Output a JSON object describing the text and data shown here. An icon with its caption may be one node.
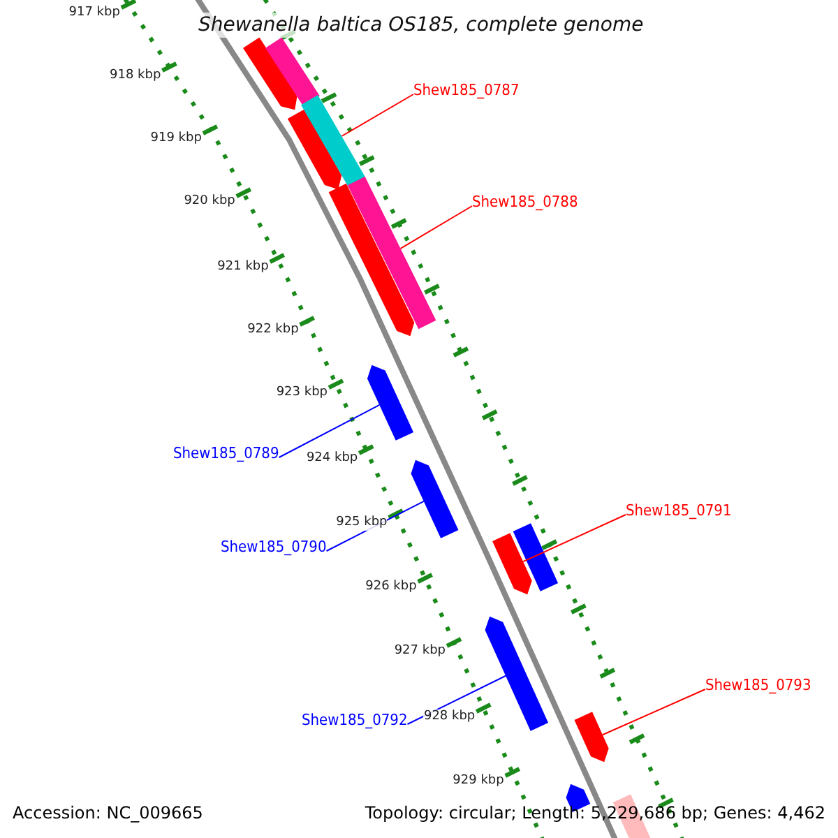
{
  "diagram": {
    "title": "Shewanella baltica OS185, complete genome",
    "nodes": [
      {
        "text": [
          "Shew185_0787"
        ]
      },
      {
        "text": [
          "Shew185_0788"
        ]
      },
      {
        "text": [
          "Shew185_0789"
        ]
      },
      {
        "text": [
          "Shew185_0790"
        ]
      },
      {
        "text": [
          "Shew185_0791"
        ]
      },
      {
        "text": [
          "Shew185_0792"
        ]
      },
      {
        "text": [
          "Shew185_0793"
        ]
      },
      {
        "text": [],
        "shape": "bar"
      },
      {
        "text": [],
        "shape": "bar"
      },
      {
        "text": [],
        "shape": "bar"
      },
      {
        "text": [],
        "shape": "bar"
      },
      {
        "text": [],
        "shape": "bar"
      },
      {
        "text": [],
        "shape": "bar"
      },
      {
        "text": [],
        "shape": "bar"
      },
      {
        "text": [],
        "shape": "bar"
      },
      {
        "text": [],
        "shape": "bar"
      },
      {
        "text": [],
        "shape": "bar"
      },
      {
        "text": [],
        "shape": "bar"
      },
      {
        "text": [],
        "shape": "bar"
      },
      {
        "text": [],
        "shape": "bar"
      },
      {
        "text": [],
        "shape": "bar"
      }
    ],
    "edges": [
      {
        "from": 0,
        "to": 10,
        "arrow": "none"
      },
      {
        "from": 1,
        "to": 12,
        "arrow": "none"
      },
      {
        "from": 2,
        "to": 13,
        "arrow": "none",
        "color": "#0000ff"
      },
      {
        "from": 3,
        "to": 14,
        "arrow": "none",
        "color": "#0000ff"
      },
      {
        "from": 4,
        "to": 15,
        "arrow": "none"
      },
      {
        "from": 5,
        "to": 17,
        "arrow": "none",
        "color": "#0000ff"
      },
      {
        "from": 6,
        "to": 18,
        "arrow": "none"
      }
    ],
    "labels": [
      "917 kbp",
      "918 kbp",
      "919 kbp",
      "920 kbp",
      "921 kbp",
      "922 kbp",
      "923 kbp",
      "924 kbp",
      "925 kbp",
      "926 kbp",
      "927 kbp",
      "928 kbp",
      "929 kbp",
      "Accession: NC_009665",
      "Topology: circular; Length: 5,229,686 bp; Genes: 4,462"
    ]
  }
}
